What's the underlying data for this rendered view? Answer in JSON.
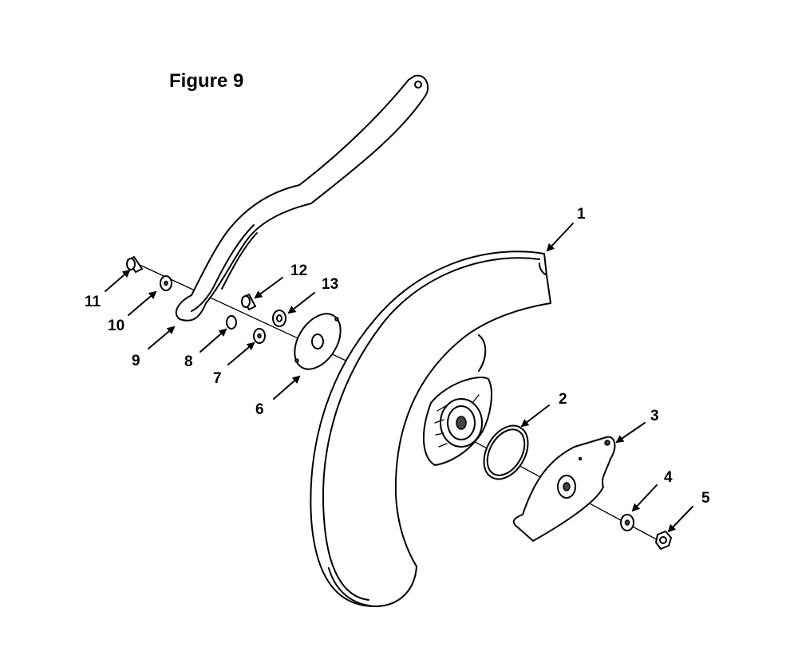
{
  "figure": {
    "title": "Figure 9"
  },
  "callouts": [
    {
      "id": "1",
      "label": "1"
    },
    {
      "id": "2",
      "label": "2"
    },
    {
      "id": "3",
      "label": "3"
    },
    {
      "id": "4",
      "label": "4"
    },
    {
      "id": "5",
      "label": "5"
    },
    {
      "id": "6",
      "label": "6"
    },
    {
      "id": "7",
      "label": "7"
    },
    {
      "id": "8",
      "label": "8"
    },
    {
      "id": "9",
      "label": "9"
    },
    {
      "id": "10",
      "label": "10"
    },
    {
      "id": "11",
      "label": "11"
    },
    {
      "id": "12",
      "label": "12"
    },
    {
      "id": "13",
      "label": "13"
    }
  ]
}
